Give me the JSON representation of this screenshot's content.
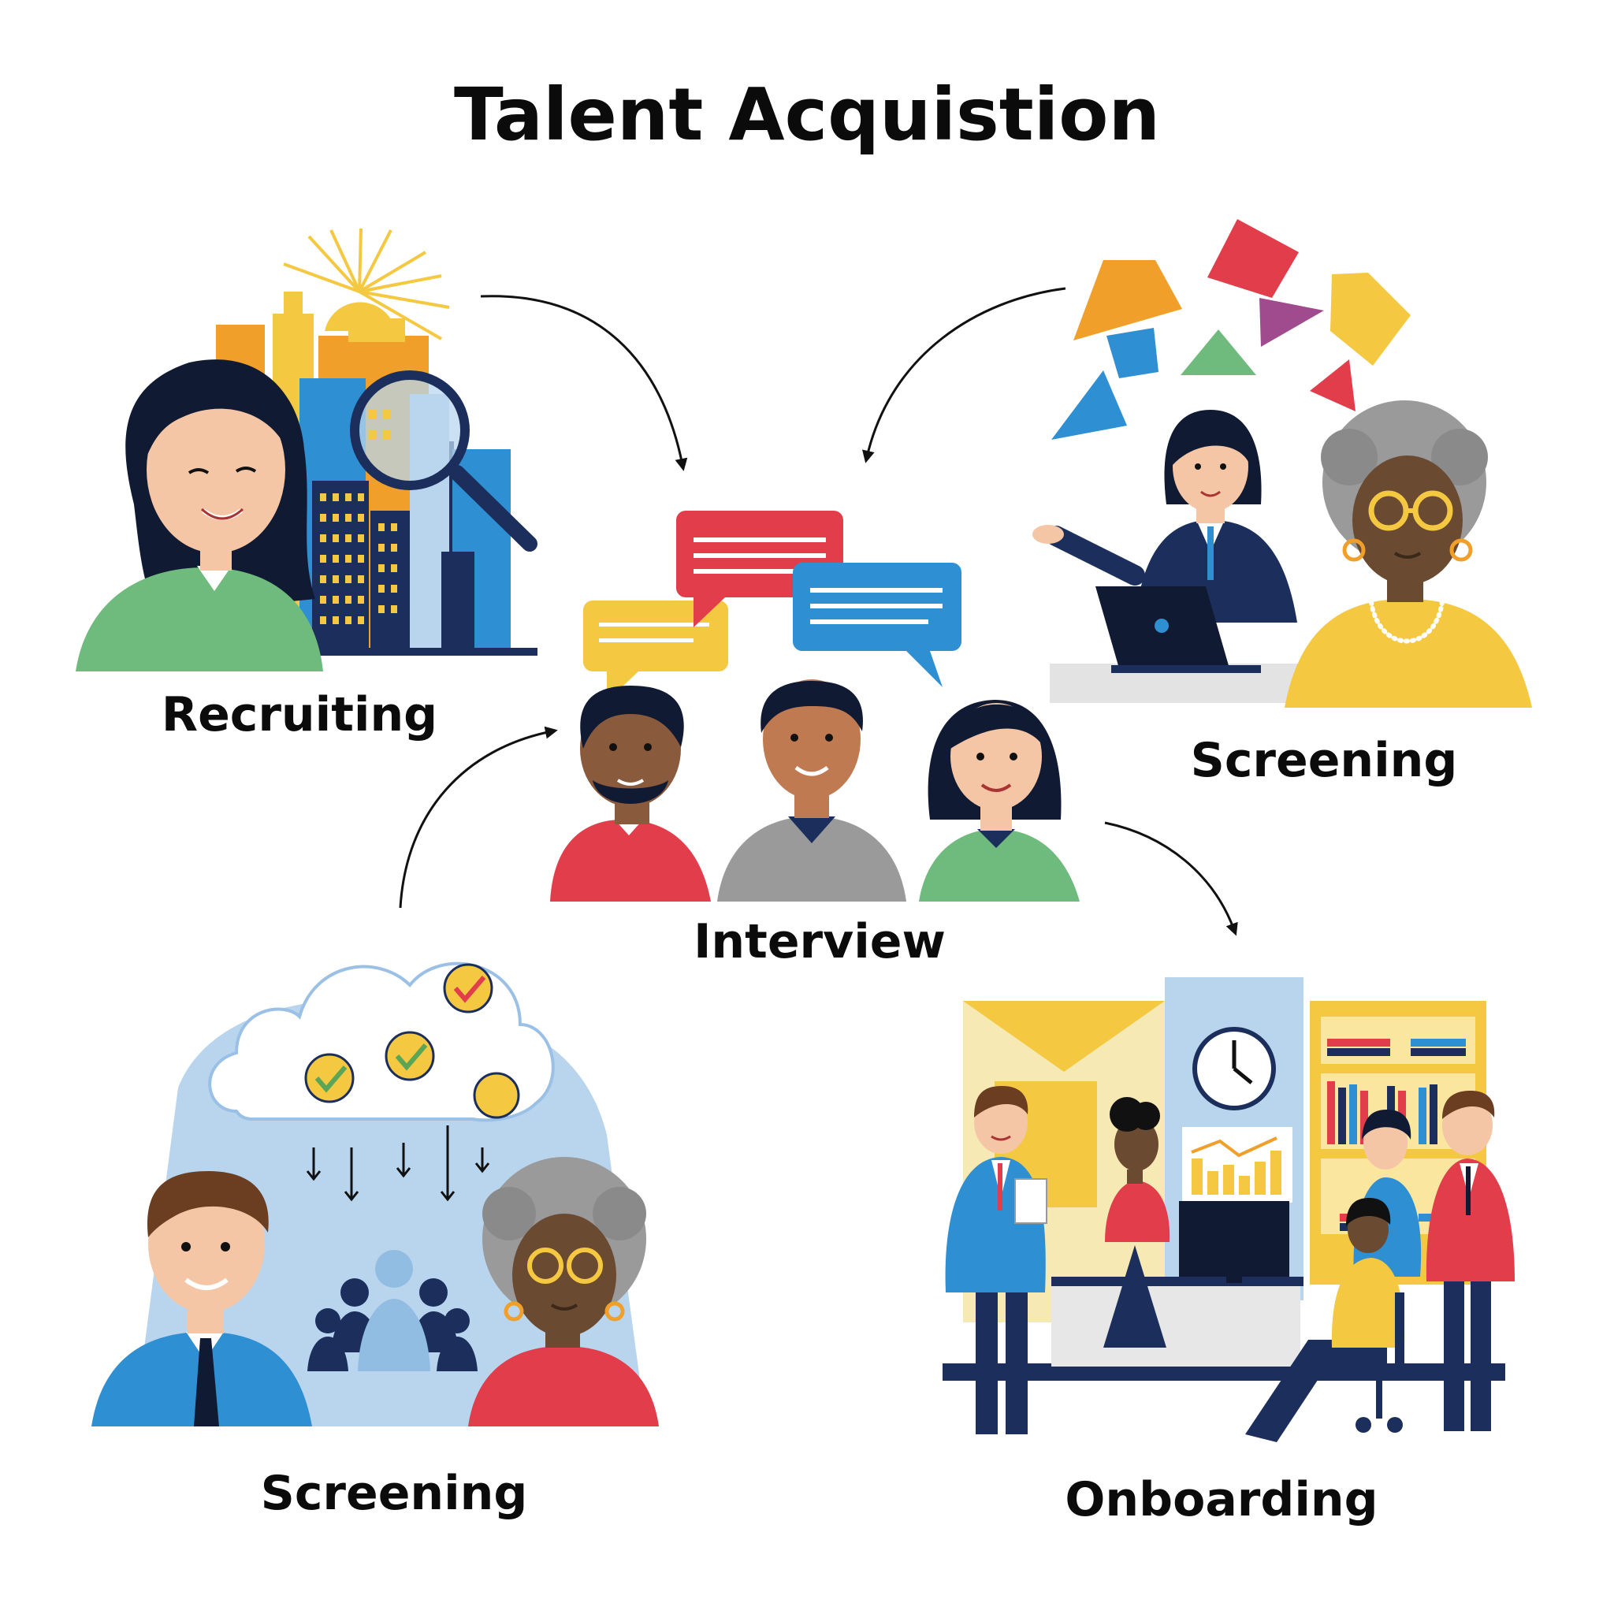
{
  "diagram": {
    "title": "Talent Acquistion",
    "stages": {
      "recruiting": "Recruiting",
      "interview": "Interview",
      "screening_top": "Screening",
      "screening_bottom": "Screening",
      "onboarding": "Onboarding"
    },
    "colors": {
      "red": "#e23d4b",
      "yellow": "#f5c842",
      "orange": "#f0a02a",
      "blue": "#2f8fd3",
      "navy": "#1c2f5c",
      "green": "#6fbb7d",
      "purple": "#a14b8f",
      "gray": "#9a9a9a",
      "light_blue": "#b9d5ee",
      "skin_light": "#f4c6a5",
      "skin_dark": "#8a5a3c",
      "hair_dark": "#111a33"
    },
    "icons": [
      "magnifier-icon",
      "sun-icon",
      "city-skyline-icon",
      "speech-bubble-icon",
      "checkmark-icon",
      "cloud-icon",
      "shapes-icon",
      "laptop-icon",
      "clock-icon",
      "bar-chart-icon",
      "bookshelf-icon",
      "arrow-icon"
    ]
  }
}
